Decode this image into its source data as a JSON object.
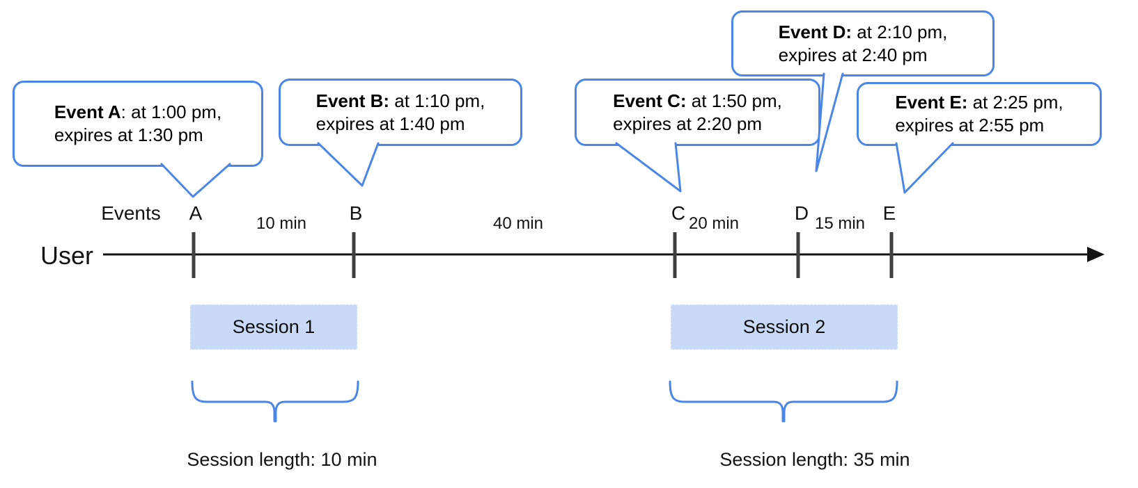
{
  "colors": {
    "accent_blue": "#4a86e8",
    "session_fill": "#c9daf8",
    "tick_gray": "#3f3f3f",
    "axis_black": "#141414"
  },
  "callouts": [
    {
      "bold": "Event A",
      "rest": ": at 1:00 pm,",
      "line2": "expires at 1:30 pm"
    },
    {
      "bold": "Event B:",
      "rest": " at 1:10 pm,",
      "line2": "expires at 1:40 pm"
    },
    {
      "bold": "Event C:",
      "rest": " at 1:50 pm,",
      "line2": "expires at 2:20 pm"
    },
    {
      "bold": "Event D:",
      "rest": " at 2:10 pm,",
      "line2": "expires at 2:40 pm"
    },
    {
      "bold": "Event E:",
      "rest": " at 2:25 pm,",
      "line2": "expires at 2:55 pm"
    }
  ],
  "timeline": {
    "user_label": "User",
    "events_label": "Events",
    "event_marks": [
      "A",
      "B",
      "C",
      "D",
      "E"
    ],
    "intervals": [
      "10 min",
      "40 min",
      "20 min",
      "15 min"
    ]
  },
  "sessions": [
    {
      "label": "Session 1",
      "length": "Session length: 10 min"
    },
    {
      "label": "Session 2",
      "length": "Session length: 35 min"
    }
  ]
}
